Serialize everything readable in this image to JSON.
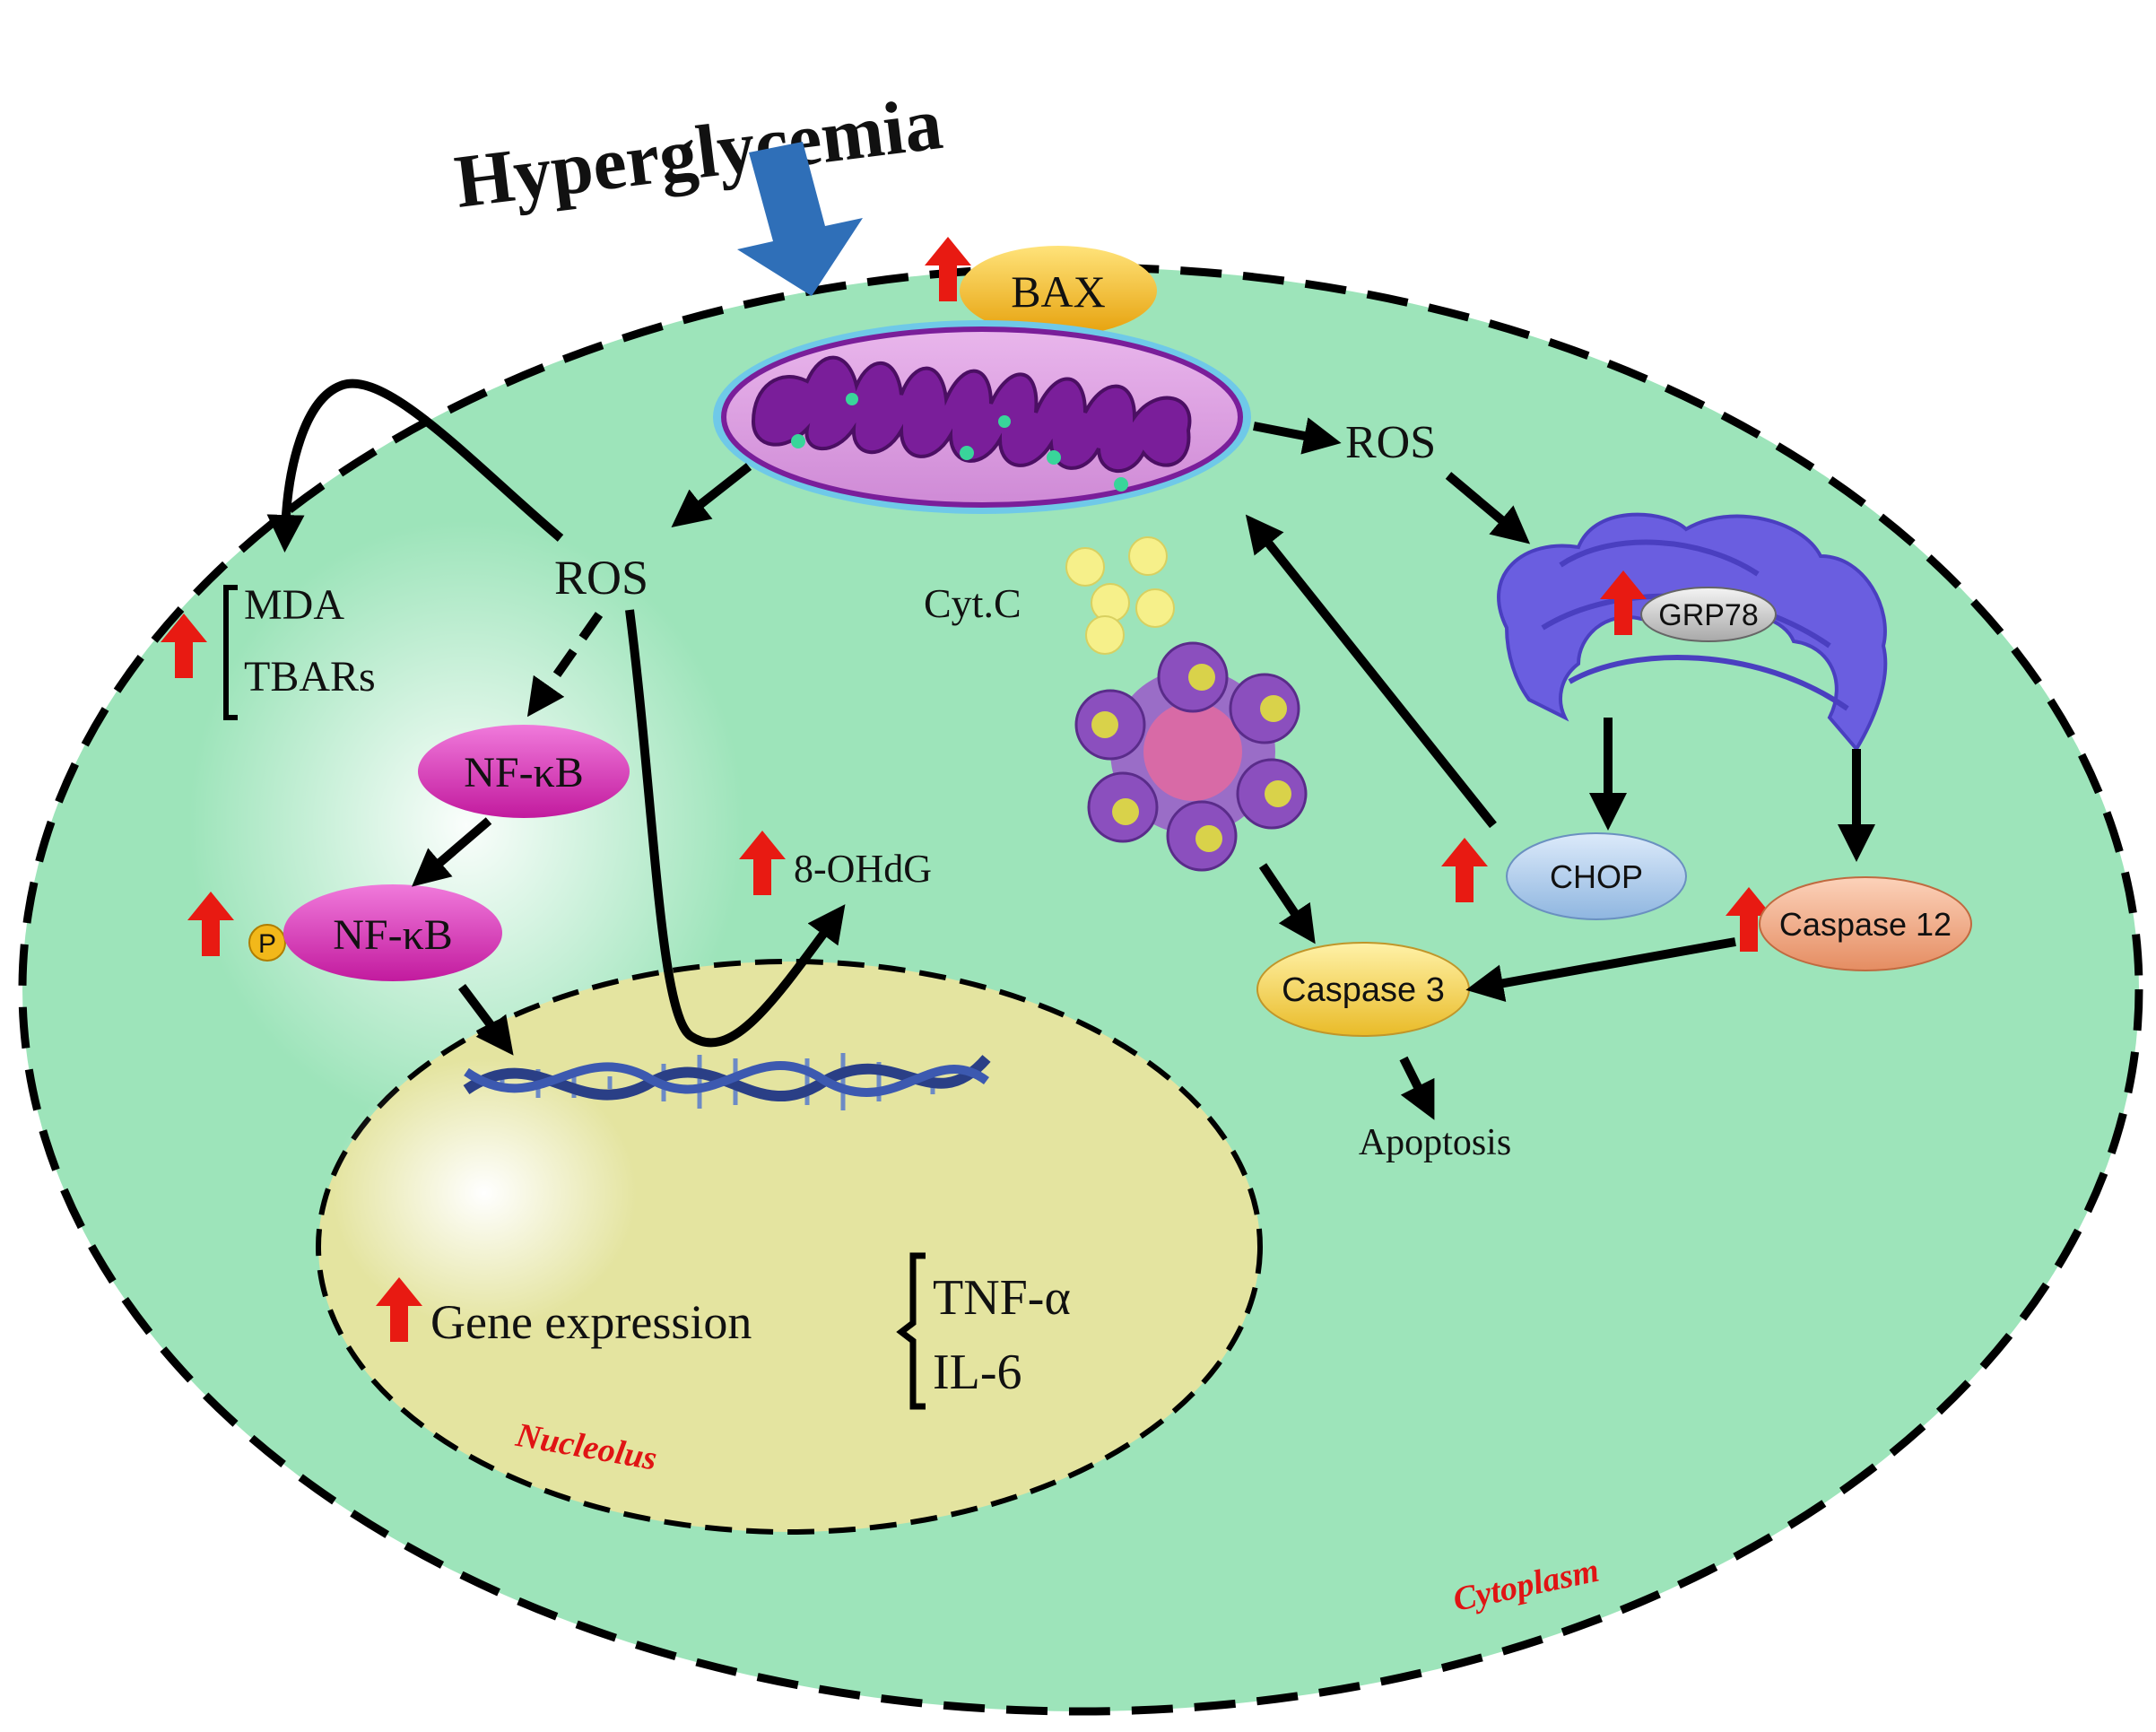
{
  "title": "Hyperglycemia",
  "labels": {
    "bax": "BAX",
    "ros_left": "ROS",
    "ros_right": "ROS",
    "cytc": "Cyt.C",
    "mda": "MDA",
    "tbars": "TBARs",
    "nfkb": "NF-κB",
    "p": "P",
    "pnfkb": "NF-κB",
    "ohdg": "8-OHdG",
    "grp78": "GRP78",
    "chop": "CHOP",
    "casp12": "Caspase 12",
    "casp3": "Caspase 3",
    "apoptosis": "Apoptosis",
    "gene": "Gene expression",
    "tnf": "TNF-α",
    "il6": "IL-6",
    "nucleolus": "Nucleolus",
    "cytoplasm": "Cytoplasm"
  },
  "colors": {
    "cell_fill": "#9de4ba",
    "nucleus_fill": "#e4e4a0",
    "up_arrow": "#e81a12",
    "hyperglycemia_arrow": "#2f6fb8",
    "nfkb": "#d81fb4",
    "bax": "#f2b81a",
    "chop": "#a9c8ea",
    "caspase12": "#f0a07a",
    "caspase3": "#f4d24a",
    "er": "#6a5ee0",
    "mitochondria": "#7a1e9a"
  }
}
